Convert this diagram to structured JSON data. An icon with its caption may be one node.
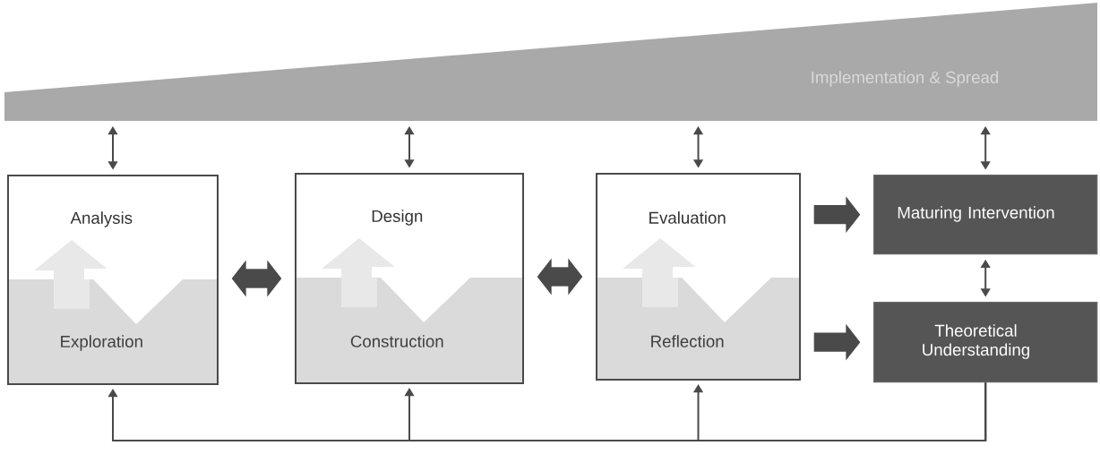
{
  "diagram": {
    "nodes": [
      {
        "text": [
          "Implementation & Spread"
        ]
      },
      {
        "text": [
          "Analysis",
          "Exploration"
        ]
      },
      {
        "text": [
          "Design",
          "Construction"
        ]
      },
      {
        "text": [
          "Evaluation",
          "Reflection"
        ]
      },
      {
        "text": [
          "Maturing Intervention"
        ]
      },
      {
        "text": [
          "Theoretical Understanding"
        ]
      }
    ],
    "edges": [
      {
        "from": 0,
        "to": 1,
        "arrow": "both"
      },
      {
        "from": 0,
        "to": 2,
        "arrow": "both"
      },
      {
        "from": 0,
        "to": 3,
        "arrow": "both"
      },
      {
        "from": 0,
        "to": 4,
        "arrow": "both"
      },
      {
        "from": 1,
        "to": 2,
        "arrow": "both",
        "style": "thick"
      },
      {
        "from": 2,
        "to": 3,
        "arrow": "both",
        "style": "thick"
      },
      {
        "from": 3,
        "to": 4,
        "arrow": "to",
        "style": "thick"
      },
      {
        "from": 3,
        "to": 5,
        "arrow": "to",
        "style": "thick"
      },
      {
        "from": 4,
        "to": 5,
        "arrow": "both"
      },
      {
        "from": 5,
        "to": 1,
        "arrow": "to"
      },
      {
        "from": 5,
        "to": 2,
        "arrow": "to"
      },
      {
        "from": 5,
        "to": 3,
        "arrow": "to"
      }
    ]
  }
}
